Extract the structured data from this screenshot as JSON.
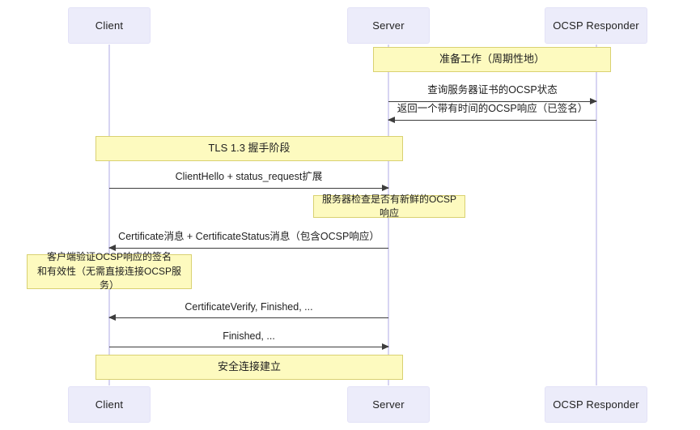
{
  "diagram": {
    "type": "sequence-diagram",
    "background": "#ffffff",
    "colors": {
      "participant_fill": "#ececfa",
      "participant_border": "#e3e2f7",
      "note_fill": "#fdfabf",
      "note_border": "#d9d171",
      "lifeline": "#d7d4f2",
      "arrow": "#3d3d3d"
    }
  },
  "participants": [
    {
      "id": "client",
      "label": "Client"
    },
    {
      "id": "server",
      "label": "Server"
    },
    {
      "id": "ocsp",
      "label": "OCSP Responder"
    }
  ],
  "participants_bottom": [
    {
      "id": "client",
      "label": "Client"
    },
    {
      "id": "server",
      "label": "Server"
    },
    {
      "id": "ocsp",
      "label": "OCSP Responder"
    }
  ],
  "notes": [
    {
      "id": "prep",
      "text": "准备工作（周期性地）",
      "span": "server-to-ocsp"
    },
    {
      "id": "handshake",
      "text": "TLS 1.3 握手阶段",
      "span": "client-to-server"
    },
    {
      "id": "server-check",
      "text": "服务器检查是否有新鲜的OCSP响应",
      "span": "server-right"
    },
    {
      "id": "client-verify-l1",
      "text": "客户端验证OCSP响应的签名",
      "span": "client-right"
    },
    {
      "id": "client-verify-l2",
      "text": "和有效性（无需直接连接OCSP服务）",
      "span": "client-right"
    },
    {
      "id": "secure",
      "text": "安全连接建立",
      "span": "client-to-server"
    }
  ],
  "messages": [
    {
      "id": "m1",
      "label": "查询服务器证书的OCSP状态",
      "from": "server",
      "to": "ocsp",
      "direction": "right"
    },
    {
      "id": "m2",
      "label": "返回一个带有时间的OCSP响应（已签名）",
      "from": "ocsp",
      "to": "server",
      "direction": "left"
    },
    {
      "id": "m3",
      "label": "ClientHello + status_request扩展",
      "from": "client",
      "to": "server",
      "direction": "right"
    },
    {
      "id": "m4",
      "label": "Certificate消息 + CertificateStatus消息（包含OCSP响应）",
      "from": "server",
      "to": "client",
      "direction": "left"
    },
    {
      "id": "m5",
      "label": "CertificateVerify, Finished, ...",
      "from": "server",
      "to": "client",
      "direction": "left"
    },
    {
      "id": "m6",
      "label": "Finished, ...",
      "from": "client",
      "to": "server",
      "direction": "right"
    }
  ]
}
